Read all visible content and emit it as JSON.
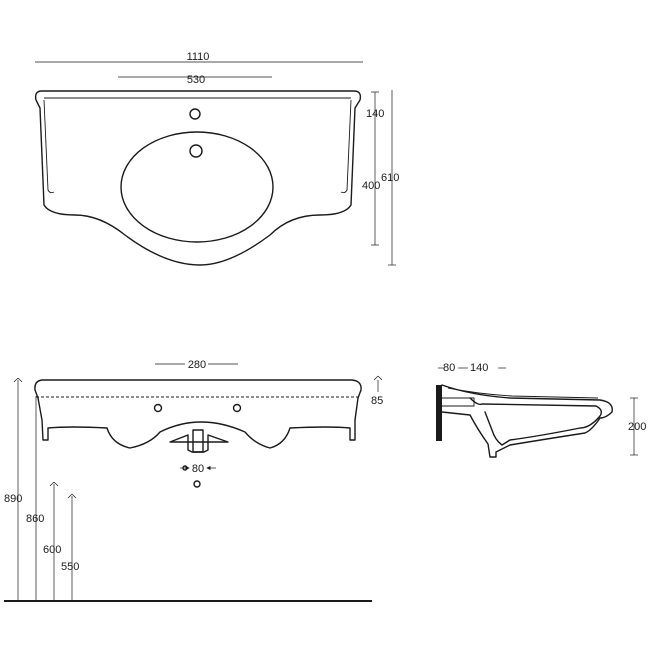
{
  "dimensions": {
    "top_width": "1110",
    "top_inner_width": "530",
    "top_tap_offset": "140",
    "top_bowl_depth": "400",
    "top_total_depth": "610",
    "front_centers": "280",
    "front_thickness": "85",
    "front_height_890": "890",
    "front_height_860": "860",
    "front_height_600": "600",
    "front_height_550": "550",
    "front_drain": "80",
    "side_back": "80",
    "side_tap": "140",
    "side_height": "200"
  }
}
